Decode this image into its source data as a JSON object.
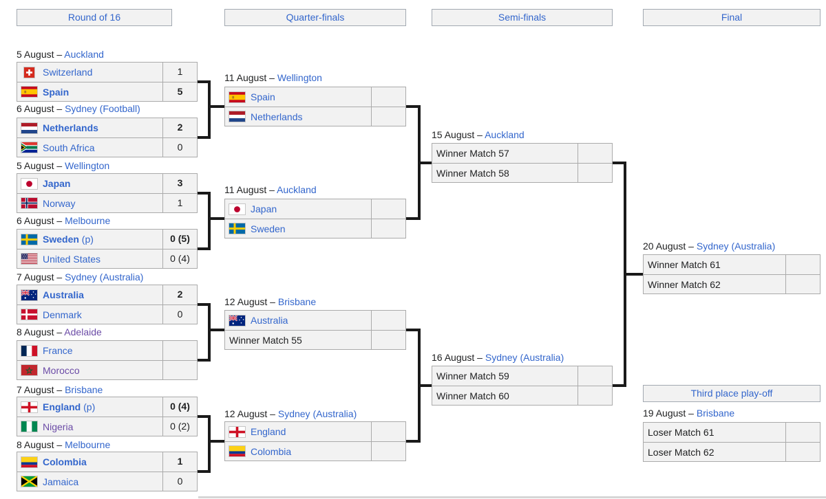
{
  "headers": [
    {
      "label": "Round of 16"
    },
    {
      "label": "Quarter-finals"
    },
    {
      "label": "Semi-finals"
    },
    {
      "label": "Final"
    }
  ],
  "third_place_header": {
    "label": "Third place play-off"
  },
  "colors": {
    "link_blue": "#3366cc",
    "link_visited": "#6b4ba6",
    "row_background": "#f2f2f2",
    "cell_border": "#aaaaaa",
    "header_border": "#a2a9b1",
    "bracket_line": "#1a1a1a",
    "text": "#202122"
  },
  "rounds": {
    "round_of_16": [
      {
        "date": "5 August",
        "city": "Auckland",
        "city_visited": false,
        "teams": [
          {
            "name": "Switzerland",
            "flag": "switzerland",
            "score": "1",
            "winner": false,
            "visited": false
          },
          {
            "name": "Spain",
            "flag": "spain",
            "score": "5",
            "winner": true,
            "visited": false
          }
        ]
      },
      {
        "date": "6 August",
        "city": "Sydney (Football)",
        "city_visited": false,
        "teams": [
          {
            "name": "Netherlands",
            "flag": "netherlands",
            "score": "2",
            "winner": true,
            "visited": false
          },
          {
            "name": "South Africa",
            "flag": "south-africa",
            "score": "0",
            "winner": false,
            "visited": false
          }
        ]
      },
      {
        "date": "5 August",
        "city": "Wellington",
        "city_visited": false,
        "teams": [
          {
            "name": "Japan",
            "flag": "japan",
            "score": "3",
            "winner": true,
            "visited": false
          },
          {
            "name": "Norway",
            "flag": "norway",
            "score": "1",
            "winner": false,
            "visited": false
          }
        ]
      },
      {
        "date": "6 August",
        "city": "Melbourne",
        "city_visited": false,
        "teams": [
          {
            "name": "Sweden",
            "suffix": "(p)",
            "flag": "sweden",
            "score": "0 (5)",
            "winner": true,
            "visited": false
          },
          {
            "name": "United States",
            "flag": "united-states",
            "score": "0 (4)",
            "winner": false,
            "visited": false
          }
        ]
      },
      {
        "date": "7 August",
        "city": "Sydney (Australia)",
        "city_visited": false,
        "teams": [
          {
            "name": "Australia",
            "flag": "australia",
            "score": "2",
            "winner": true,
            "visited": false
          },
          {
            "name": "Denmark",
            "flag": "denmark",
            "score": "0",
            "winner": false,
            "visited": false
          }
        ]
      },
      {
        "date": "8 August",
        "city": "Adelaide",
        "city_visited": true,
        "teams": [
          {
            "name": "France",
            "flag": "france",
            "score": "",
            "winner": false,
            "visited": false
          },
          {
            "name": "Morocco",
            "flag": "morocco",
            "score": "",
            "winner": false,
            "visited": true
          }
        ]
      },
      {
        "date": "7 August",
        "city": "Brisbane",
        "city_visited": false,
        "teams": [
          {
            "name": "England",
            "suffix": "(p)",
            "flag": "england",
            "score": "0 (4)",
            "winner": true,
            "visited": false
          },
          {
            "name": "Nigeria",
            "flag": "nigeria",
            "score": "0 (2)",
            "winner": false,
            "visited": true
          }
        ]
      },
      {
        "date": "8 August",
        "city": "Melbourne",
        "city_visited": false,
        "teams": [
          {
            "name": "Colombia",
            "flag": "colombia",
            "score": "1",
            "winner": true,
            "visited": false
          },
          {
            "name": "Jamaica",
            "flag": "jamaica",
            "score": "0",
            "winner": false,
            "visited": false
          }
        ]
      }
    ],
    "quarter_finals": [
      {
        "date": "11 August",
        "city": "Wellington",
        "city_visited": false,
        "teams": [
          {
            "name": "Spain",
            "flag": "spain",
            "score": "",
            "winner": false,
            "visited": false
          },
          {
            "name": "Netherlands",
            "flag": "netherlands",
            "score": "",
            "winner": false,
            "visited": false
          }
        ]
      },
      {
        "date": "11 August",
        "city": "Auckland",
        "city_visited": false,
        "teams": [
          {
            "name": "Japan",
            "flag": "japan",
            "score": "",
            "winner": false,
            "visited": false
          },
          {
            "name": "Sweden",
            "flag": "sweden",
            "score": "",
            "winner": false,
            "visited": false
          }
        ]
      },
      {
        "date": "12 August",
        "city": "Brisbane",
        "city_visited": false,
        "teams": [
          {
            "name": "Australia",
            "flag": "australia",
            "score": "",
            "winner": false,
            "visited": false
          },
          {
            "name": "Winner Match 55",
            "placeholder": true,
            "score": "",
            "winner": false,
            "visited": false
          }
        ]
      },
      {
        "date": "12 August",
        "city": "Sydney (Australia)",
        "city_visited": false,
        "teams": [
          {
            "name": "England",
            "flag": "england",
            "score": "",
            "winner": false,
            "visited": false
          },
          {
            "name": "Colombia",
            "flag": "colombia",
            "score": "",
            "winner": false,
            "visited": false
          }
        ]
      }
    ],
    "semi_finals": [
      {
        "date": "15 August",
        "city": "Auckland",
        "city_visited": false,
        "teams": [
          {
            "name": "Winner Match 57",
            "placeholder": true,
            "score": "",
            "winner": false,
            "visited": false
          },
          {
            "name": "Winner Match 58",
            "placeholder": true,
            "score": "",
            "winner": false,
            "visited": false
          }
        ]
      },
      {
        "date": "16 August",
        "city": "Sydney (Australia)",
        "city_visited": false,
        "teams": [
          {
            "name": "Winner Match 59",
            "placeholder": true,
            "score": "",
            "winner": false,
            "visited": false
          },
          {
            "name": "Winner Match 60",
            "placeholder": true,
            "score": "",
            "winner": false,
            "visited": false
          }
        ]
      }
    ],
    "final": [
      {
        "date": "20 August",
        "city": "Sydney (Australia)",
        "city_visited": false,
        "teams": [
          {
            "name": "Winner Match 61",
            "placeholder": true,
            "score": "",
            "winner": false,
            "visited": false
          },
          {
            "name": "Winner Match 62",
            "placeholder": true,
            "score": "",
            "winner": false,
            "visited": false
          }
        ]
      }
    ],
    "third_place": [
      {
        "date": "19 August",
        "city": "Brisbane",
        "city_visited": false,
        "teams": [
          {
            "name": "Loser Match 61",
            "placeholder": true,
            "score": "",
            "winner": false,
            "visited": false
          },
          {
            "name": "Loser Match 62",
            "placeholder": true,
            "score": "",
            "winner": false,
            "visited": false
          }
        ]
      }
    ]
  }
}
